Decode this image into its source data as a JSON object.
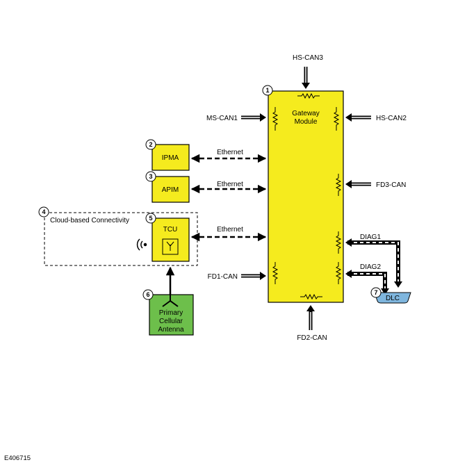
{
  "colors": {
    "module_fill": "#f5eb1e",
    "antenna_fill": "#6dbf4b",
    "dlc_fill": "#7fb6de",
    "stroke": "#000000"
  },
  "gateway": {
    "number": "1",
    "line1": "Gateway",
    "line2": "Module"
  },
  "modules": [
    {
      "number": "2",
      "label": "IPMA",
      "link": "Ethernet"
    },
    {
      "number": "3",
      "label": "APIM",
      "link": "Ethernet"
    },
    {
      "number": "5",
      "label": "TCU",
      "link": "Ethernet"
    }
  ],
  "cloud": {
    "number": "4",
    "label": "Cloud-based Connectivity",
    "icon": "wireless-signal-icon"
  },
  "antenna": {
    "number": "6",
    "line1": "Primary",
    "line2": "Cellular",
    "line3": "Antenna",
    "icon": "antenna-icon"
  },
  "dlc": {
    "number": "7",
    "label": "DLC"
  },
  "buses": {
    "hs_can3": "HS-CAN3",
    "ms_can1": "MS-CAN1",
    "hs_can2": "HS-CAN2",
    "fd3_can": "FD3-CAN",
    "diag1": "DIAG1",
    "diag2": "DIAG2",
    "fd1_can": "FD1-CAN",
    "fd2_can": "FD2-CAN"
  },
  "figure_id": "E406715"
}
